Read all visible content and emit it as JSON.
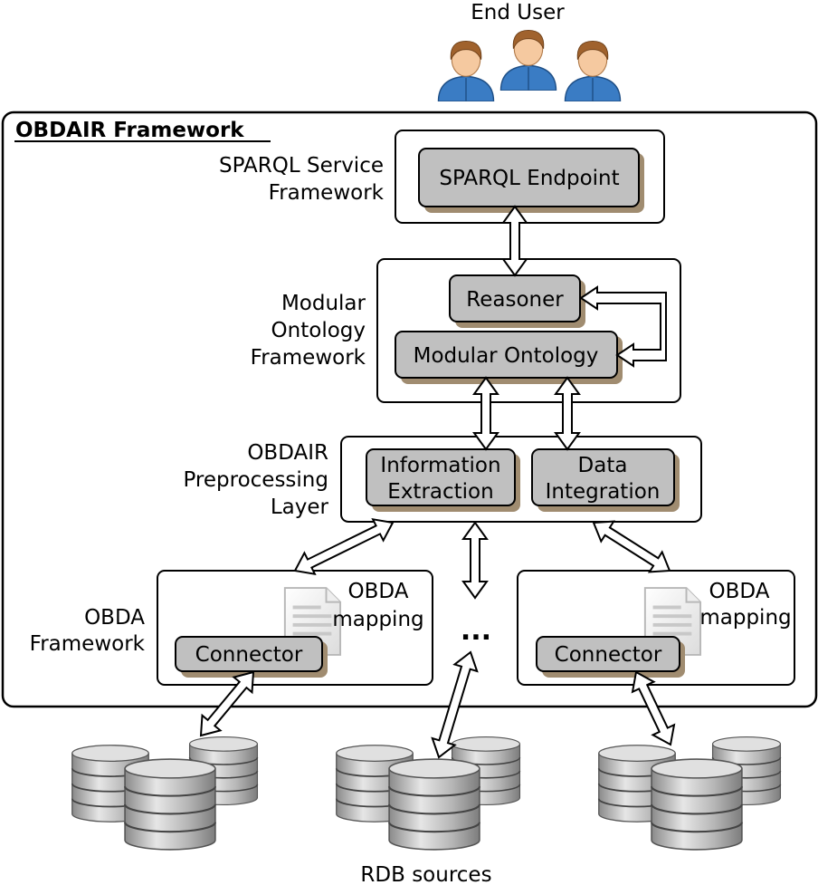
{
  "end_user": {
    "label": "End User"
  },
  "framework": {
    "title": "OBDAIR Framework"
  },
  "sparql": {
    "layer_label": [
      "SPARQL Service",
      "Framework"
    ],
    "endpoint": "SPARQL Endpoint"
  },
  "ontology": {
    "layer_label": [
      "Modular",
      "Ontology",
      "Framework"
    ],
    "reasoner": "Reasoner",
    "modular_ontology": "Modular Ontology"
  },
  "preprocessing": {
    "layer_label": [
      "OBDAIR",
      "Preprocessing",
      "Layer"
    ],
    "information_extraction": [
      "Information",
      "Extraction"
    ],
    "data_integration": [
      "Data",
      "Integration"
    ]
  },
  "obda": {
    "layer_label": [
      "OBDA",
      "Framework"
    ],
    "mapping_label": [
      "OBDA",
      "mapping"
    ],
    "connector": "Connector",
    "ellipsis": "..."
  },
  "rdb": {
    "label": "RDB sources"
  },
  "colors": {
    "box_fill": "#c0c0c0",
    "box_shadow": "#a08c70",
    "user_shirt": "#3a7cc4",
    "user_hair": "#a0622d",
    "user_skin": "#f5c9a0"
  },
  "icons": [
    "user-icon",
    "document-icon",
    "database-icon",
    "bidirectional-arrow-icon"
  ]
}
